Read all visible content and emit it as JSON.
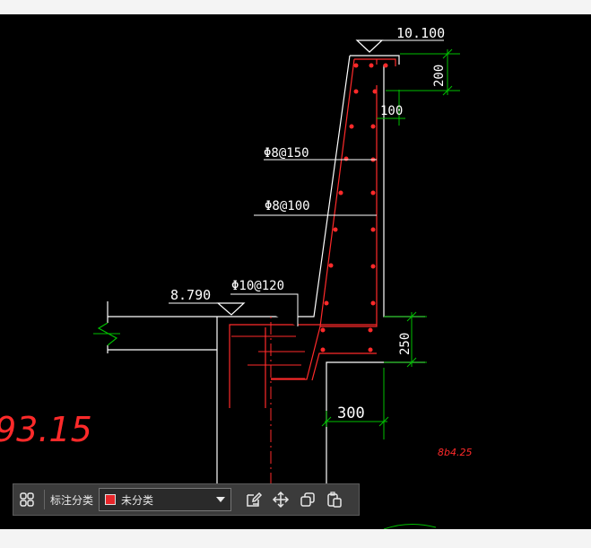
{
  "colors": {
    "background": "#000000",
    "outline": "#ffffff",
    "rebar": "#ff2a2a",
    "dimension": "#00c000",
    "toolbar_bg": "#3b3b3b",
    "category_swatch": "#e8262a"
  },
  "drawing": {
    "elevation_top": "10.100",
    "elevation_floor": "8.790",
    "dim_200": "200",
    "dim_100": "100",
    "dim_250": "250",
    "dim_300": "300",
    "rebar_label_1": "Φ8@150",
    "rebar_label_2": "Φ8@100",
    "rebar_label_3": "Φ10@120",
    "handwritten_left": "93.15",
    "handwritten_right": "8b4.25"
  },
  "toolbar": {
    "grid_icon": "grid-icon",
    "annotation_category_label": "标注分类",
    "category_selected": "未分类",
    "edit_icon": "edit-icon",
    "move_icon": "move-icon",
    "copy_icon": "copy-icon",
    "paste_icon": "paste-icon"
  }
}
